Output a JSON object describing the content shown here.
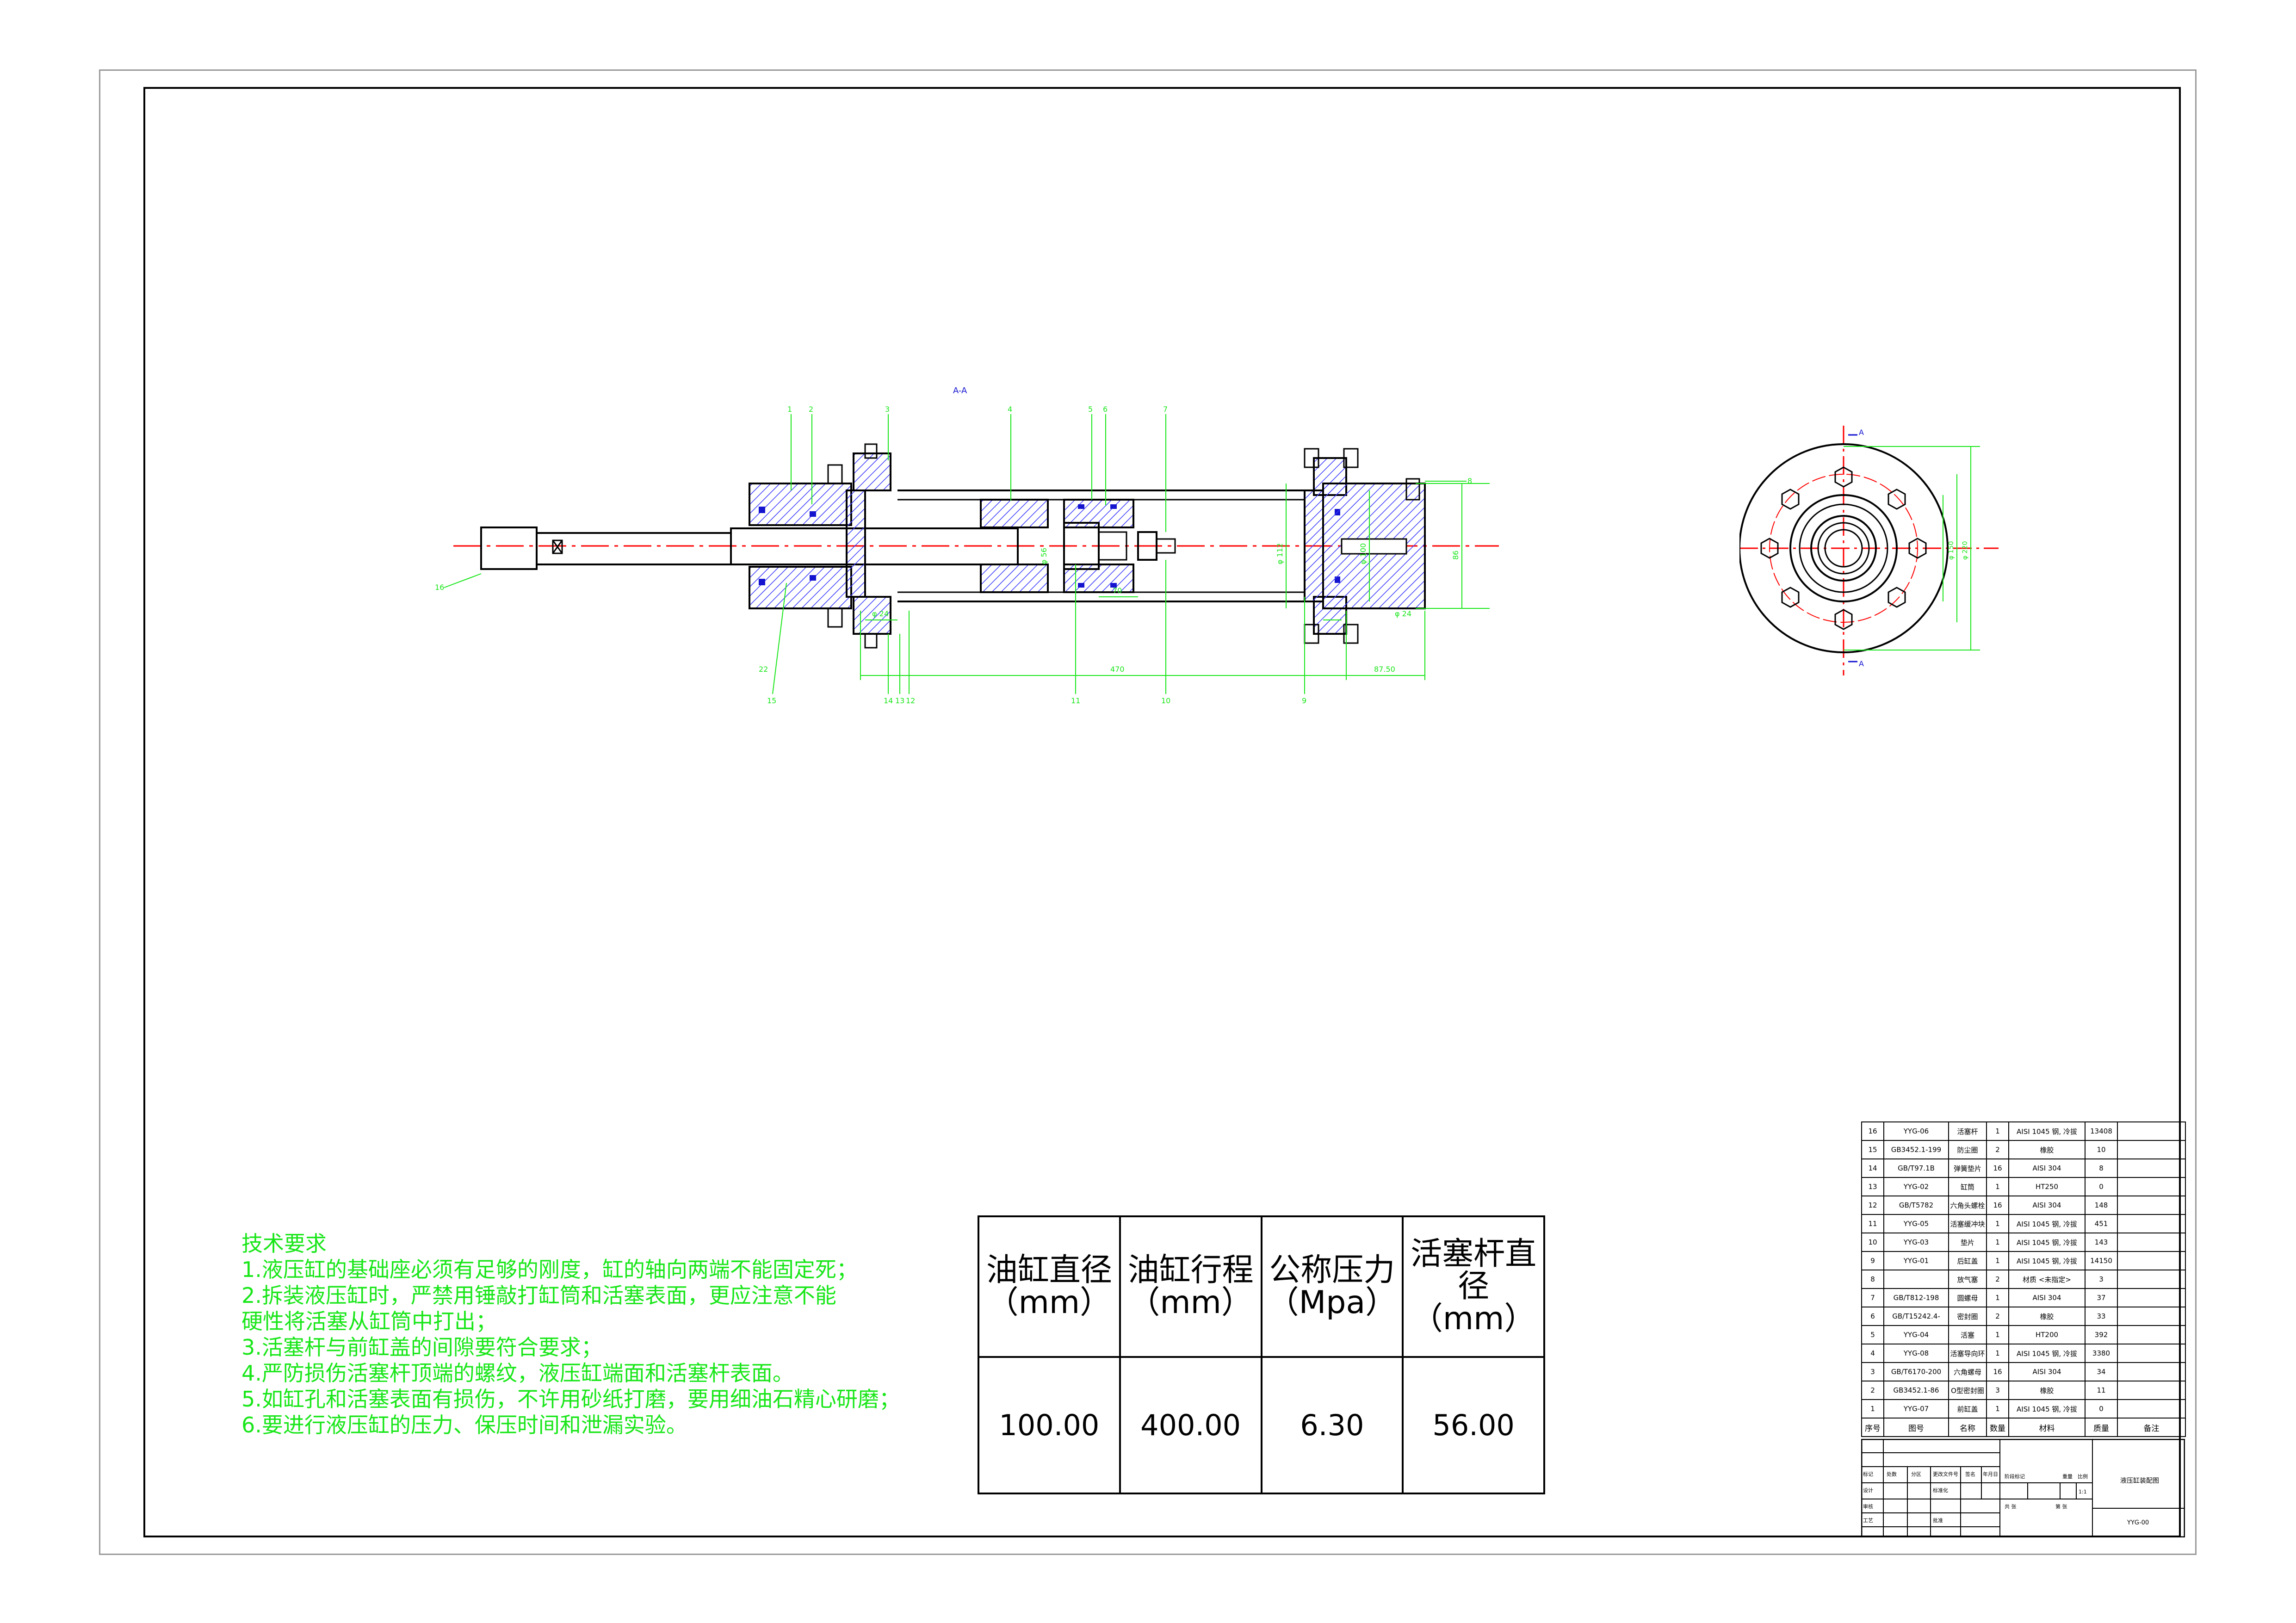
{
  "section_title": "A-A",
  "section_marks": [
    "A",
    "A"
  ],
  "balloons": [
    "1",
    "2",
    "3",
    "4",
    "5",
    "6",
    "7",
    "8",
    "9",
    "10",
    "11",
    "12",
    "13",
    "14",
    "15",
    "16"
  ],
  "dimensions": {
    "overall_length": "470",
    "tail_length": "87.50",
    "bore_diameter": "φ 112",
    "d_100": "φ 100",
    "d_24": "φ 24",
    "dim_70": "70",
    "dim_86": "86",
    "dim_22": "22",
    "rod_dia": "φ 56",
    "flange_150": "φ 150",
    "flange_220": "φ 220"
  },
  "tech_requirements": {
    "title": "技术要求",
    "items": [
      "1.液压缸的基础座必须有足够的刚度，缸的轴向两端不能固定死；",
      "2.拆装液压缸时，严禁用锤敲打缸筒和活塞表面，更应注意不能",
      "硬性将活塞从缸筒中打出；",
      "3.活塞杆与前缸盖的间隙要符合要求；",
      "4.严防损伤活塞杆顶端的螺纹，液压缸端面和活塞杆表面。",
      "5.如缸孔和活塞表面有损伤，不许用砂纸打磨，要用细油石精心研磨；",
      "6.要进行液压缸的压力、保压时间和泄漏实验。"
    ]
  },
  "params_table": {
    "headers": [
      [
        "油缸直径",
        "（mm）"
      ],
      [
        "油缸行程",
        "（mm）"
      ],
      [
        "公称压力",
        "（Mpa）"
      ],
      [
        "活塞杆直",
        "径（mm）"
      ]
    ],
    "values": [
      "100.00",
      "400.00",
      "6.30",
      "56.00"
    ]
  },
  "bom": {
    "header": [
      "序号",
      "图号",
      "名称",
      "数量",
      "材料",
      "质量",
      "备注"
    ],
    "rows": [
      [
        "16",
        "YYG-06",
        "活塞杆",
        "1",
        "AISI 1045 钢, 冷拔",
        "13408",
        ""
      ],
      [
        "15",
        "GB3452.1-199",
        "防尘圈",
        "2",
        "橡胶",
        "10",
        ""
      ],
      [
        "14",
        "GB/T97.1B",
        "弹簧垫片",
        "16",
        "AISI 304",
        "8",
        ""
      ],
      [
        "13",
        "YYG-02",
        "缸筒",
        "1",
        "HT250",
        "0",
        ""
      ],
      [
        "12",
        "GB/T5782",
        "六角头螺栓",
        "16",
        "AISI 304",
        "148",
        ""
      ],
      [
        "11",
        "YYG-05",
        "活塞缓冲块",
        "1",
        "AISI 1045 钢, 冷拔",
        "451",
        ""
      ],
      [
        "10",
        "YYG-03",
        "垫片",
        "1",
        "AISI 1045 钢, 冷拔",
        "143",
        ""
      ],
      [
        "9",
        "YYG-01",
        "后缸盖",
        "1",
        "AISI 1045 钢, 冷拔",
        "14150",
        ""
      ],
      [
        "8",
        "",
        "放气塞",
        "2",
        "材质 <未指定>",
        "3",
        ""
      ],
      [
        "7",
        "GB/T812-198",
        "圆螺母",
        "1",
        "AISI 304",
        "37",
        ""
      ],
      [
        "6",
        "GB/T15242.4-",
        "密封圈",
        "2",
        "橡胶",
        "33",
        ""
      ],
      [
        "5",
        "YYG-04",
        "活塞",
        "1",
        "HT200",
        "392",
        ""
      ],
      [
        "4",
        "YYG-08",
        "活塞导向环",
        "1",
        "AISI 1045 钢, 冷拔",
        "3380",
        ""
      ],
      [
        "3",
        "GB/T6170-200",
        "六角螺母",
        "16",
        "AISI 304",
        "34",
        ""
      ],
      [
        "2",
        "GB3452.1-86",
        "O型密封圈",
        "3",
        "橡胶",
        "11",
        ""
      ],
      [
        "1",
        "YYG-07",
        "前缸盖",
        "1",
        "AISI 1045 钢, 冷拔",
        "0",
        ""
      ]
    ]
  },
  "title_block": {
    "drawing_name": "液压缸装配图",
    "drawing_number": "YYG-00",
    "stage_label": "阶段标记",
    "weight_label": "重量",
    "scale_label": "比例",
    "scale_value": "1:1",
    "cells": [
      "标记",
      "处数",
      "分区",
      "更改文件号",
      "签名",
      "年月日",
      "设计",
      "标准化",
      "审核",
      "工艺",
      "批准",
      "共 张",
      "第 张"
    ]
  },
  "colors": {
    "outline": "#000000",
    "centerline": "#ff0000",
    "dimension": "#19e619",
    "hatch": "#3a3aff",
    "seal": "#1515d0",
    "tech_text": "#19e619"
  }
}
